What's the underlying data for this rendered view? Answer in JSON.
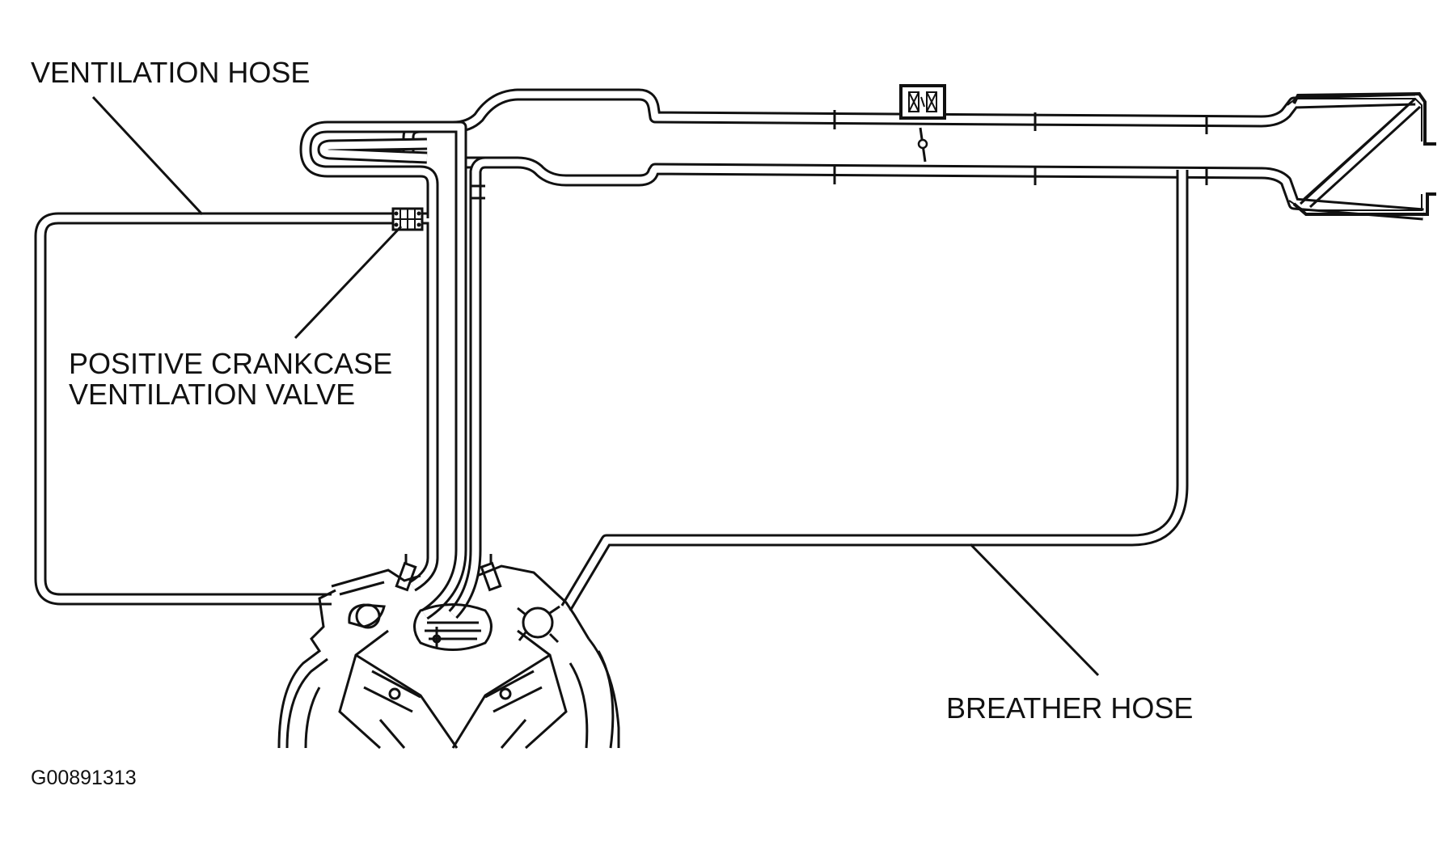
{
  "labels": {
    "ventilation_hose": "VENTILATION HOSE",
    "pcv_valve_line1": "POSITIVE CRANKCASE",
    "pcv_valve_line2": "VENTILATION VALVE",
    "breather_hose": "BREATHER HOSE",
    "figure_code": "G00891313"
  },
  "colors": {
    "line": "#111111",
    "background": "#ffffff"
  }
}
